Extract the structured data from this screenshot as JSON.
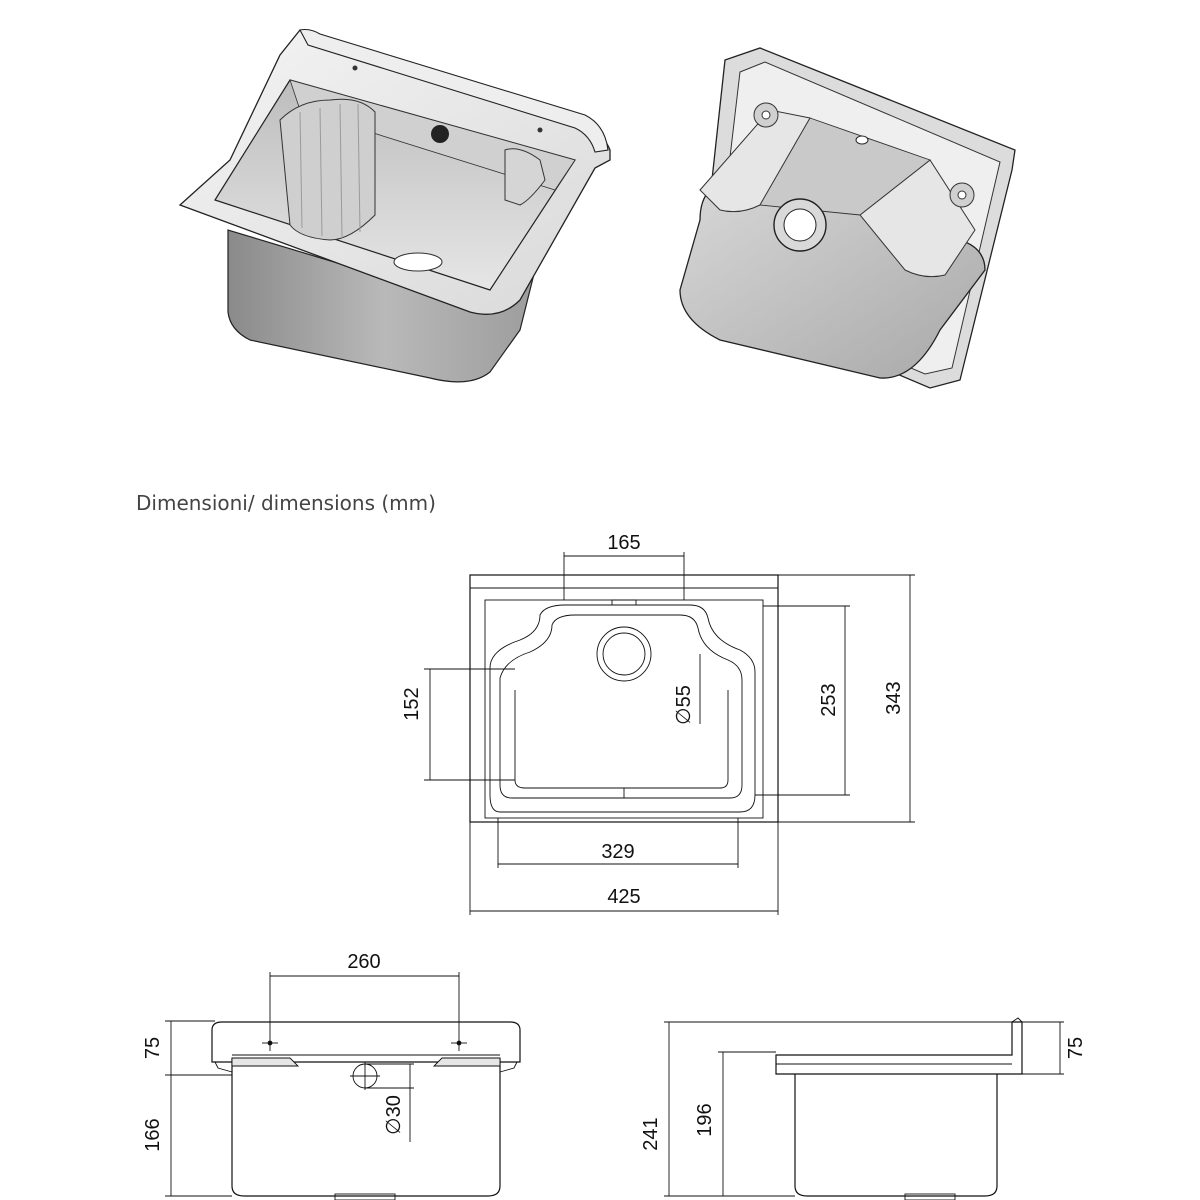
{
  "title": "Dimensioni/ dimensions (mm)",
  "top_view": {
    "width_outer": "425",
    "width_inner": "329",
    "spacing_top": "165",
    "depth_outer": "343",
    "depth_inner": "253",
    "depth_left": "152",
    "hole_diameter": "∅55"
  },
  "front_view": {
    "hole_spacing": "260",
    "rim_height": "75",
    "basin_height": "166",
    "drain_diameter": "∅30"
  },
  "side_view": {
    "total_height": "241",
    "basin_height": "196",
    "rim_height": "75"
  }
}
